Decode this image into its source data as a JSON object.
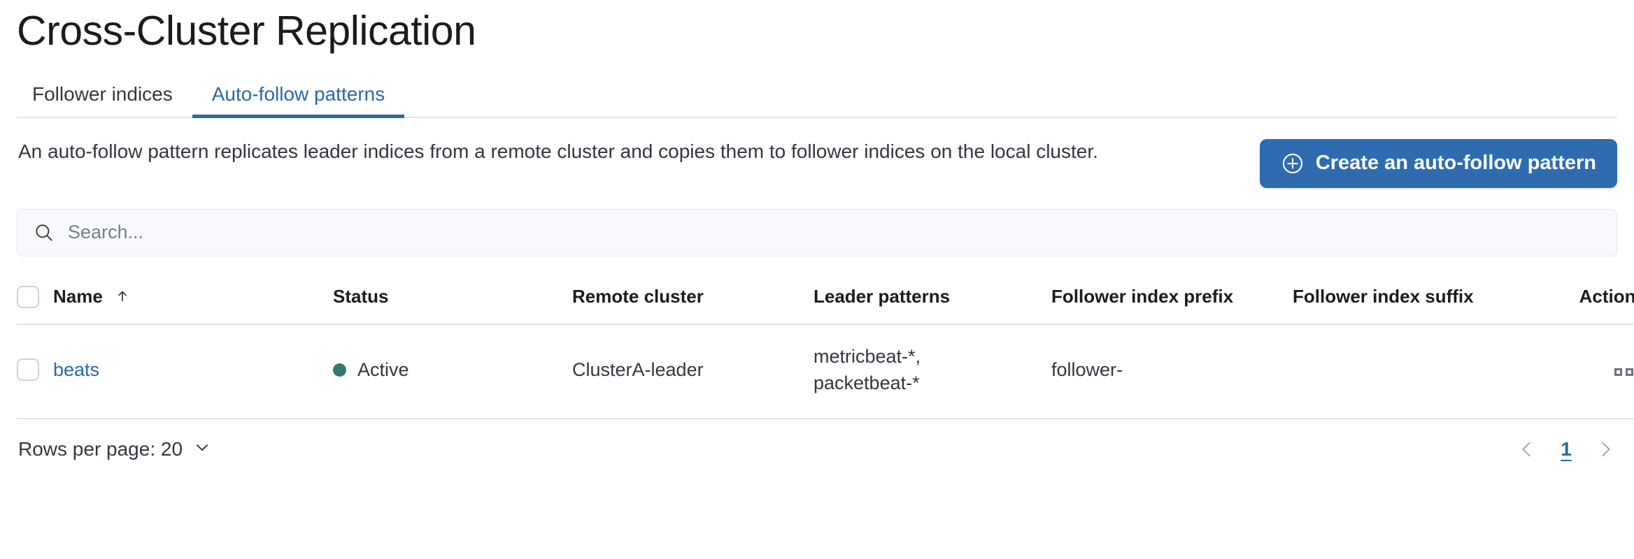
{
  "header": {
    "title": "Cross-Cluster Replication"
  },
  "tabs": [
    {
      "label": "Follower indices",
      "active": false
    },
    {
      "label": "Auto-follow patterns",
      "active": true
    }
  ],
  "intro": {
    "description": "An auto-follow pattern replicates leader indices from a remote cluster and copies them to follower indices on the local cluster.",
    "create_button_label": "Create an auto-follow pattern",
    "create_button_icon": "plus-in-circle-icon"
  },
  "search": {
    "placeholder": "Search...",
    "value": "",
    "icon": "search-icon"
  },
  "table": {
    "columns": [
      {
        "key": "name",
        "label": "Name",
        "sorted": "asc",
        "sort_icon": "arrow-up-icon"
      },
      {
        "key": "status",
        "label": "Status"
      },
      {
        "key": "remote_cluster",
        "label": "Remote cluster"
      },
      {
        "key": "leader_patterns",
        "label": "Leader patterns"
      },
      {
        "key": "follower_index_prefix",
        "label": "Follower index prefix"
      },
      {
        "key": "follower_index_suffix",
        "label": "Follower index suffix"
      },
      {
        "key": "actions",
        "label": "Actions"
      }
    ],
    "rows": [
      {
        "name": "beats",
        "status": "Active",
        "status_color": "#327a6f",
        "remote_cluster": "ClusterA-leader",
        "leader_patterns": "metricbeat-*, packetbeat-*",
        "leader_patterns_line1": "metricbeat-*,",
        "leader_patterns_line2": "packetbeat-*",
        "follower_index_prefix": "follower-",
        "follower_index_suffix": "",
        "actions_icon": "more-actions-icon"
      }
    ]
  },
  "footer": {
    "rows_per_page_label": "Rows per page: 20",
    "rows_per_page_icon": "chevron-down-icon",
    "pagination": {
      "prev_icon": "chevron-left-icon",
      "next_icon": "chevron-right-icon",
      "current_page": "1"
    }
  },
  "colors": {
    "accent_blue": "#2a68a8",
    "button_blue": "#2f6caf",
    "status_green": "#327a6f",
    "border_gray": "#dfe3ee",
    "text_dark": "#343741"
  }
}
